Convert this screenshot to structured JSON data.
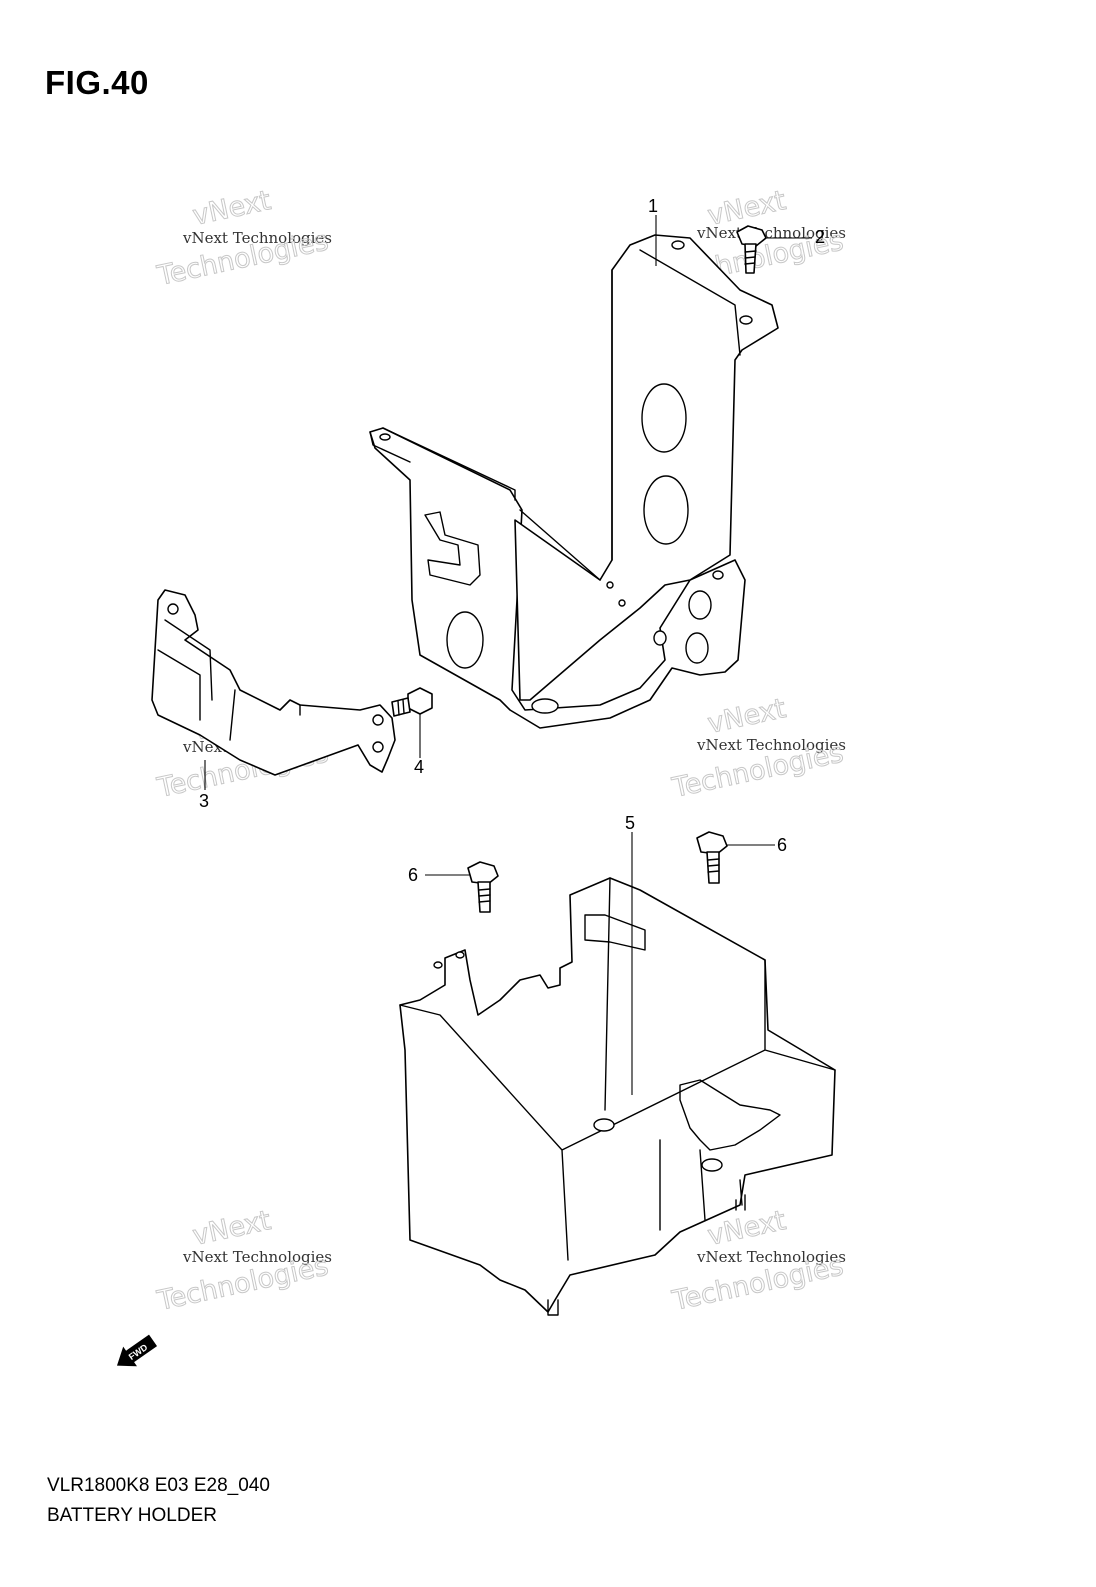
{
  "figure": {
    "title": "FIG.40"
  },
  "footer": {
    "model_code": "VLR1800K8 E03 E28_040",
    "name": "BATTERY HOLDER"
  },
  "watermark": {
    "line1": "vNext Technologies",
    "line2": "vNext",
    "line3": "Technologies"
  },
  "callouts": [
    {
      "id": "c1",
      "label": "1"
    },
    {
      "id": "c2",
      "label": "2"
    },
    {
      "id": "c3",
      "label": "3"
    },
    {
      "id": "c4",
      "label": "4"
    },
    {
      "id": "c5",
      "label": "5"
    },
    {
      "id": "c6a",
      "label": "6"
    },
    {
      "id": "c6b",
      "label": "6"
    }
  ],
  "fwd_arrow": {
    "label": "FWD"
  }
}
